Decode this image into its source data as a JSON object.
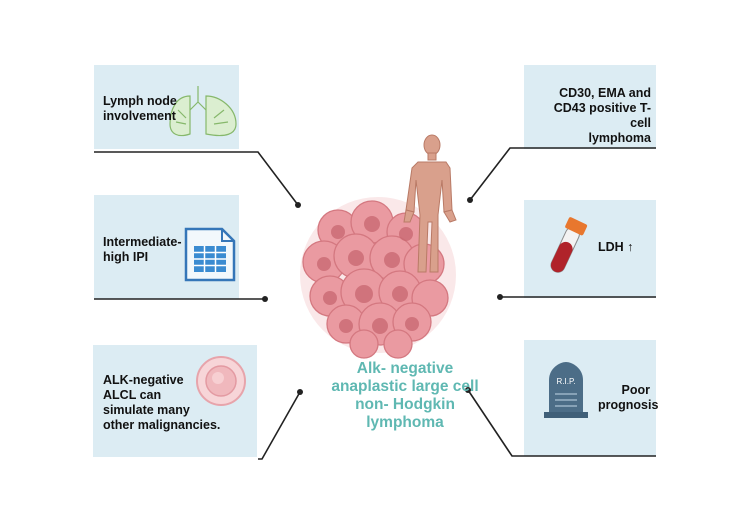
{
  "boxes": {
    "lymph": {
      "text": "Lymph node\ninvolvement",
      "icon": "lungs-icon"
    },
    "ipi": {
      "text": "Intermediate-\nhigh  IPI",
      "icon": "spreadsheet-icon"
    },
    "alcl": {
      "text": "ALK-negative\nALCL can\nsimulate many\nother malignancies.",
      "icon": "cell-icon"
    },
    "cd30": {
      "text": "CD30, EMA and\nCD43 positive T-cell\nlymphoma",
      "icon": ""
    },
    "ldh": {
      "text": "LDH ↑",
      "icon": "blood-tube-icon"
    },
    "prognosis": {
      "text": "Poor\nprognosis",
      "icon": "tombstone-icon"
    }
  },
  "tombstone_label": "R.I.P.",
  "center": {
    "title": "Alk- negative\nanaplastic large cell\nnon- Hodgkin\nlymphoma"
  },
  "colors": {
    "box": "#dcecf3",
    "title": "#5fb8b2",
    "tumor": "#e88f96",
    "body": "#d9a08c",
    "line": "#222222"
  }
}
